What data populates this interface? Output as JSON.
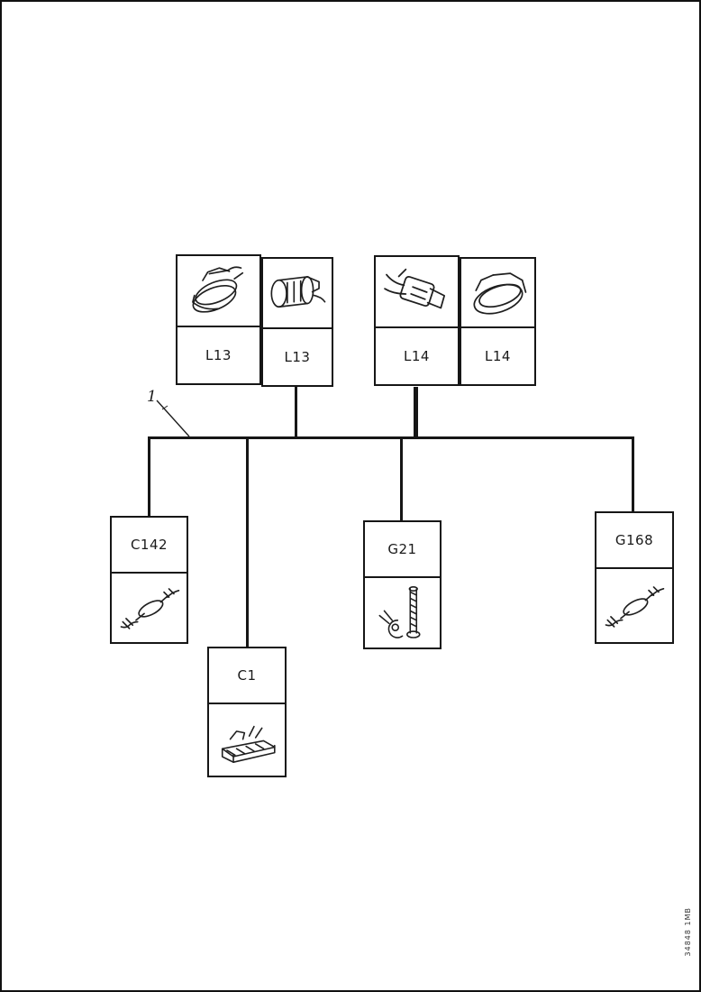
{
  "page": {
    "doc_number": "34848 1MB"
  },
  "callout": {
    "label": "1",
    "points_to": "harness-bus-line"
  },
  "diagram": {
    "type": "wiring-harness-connector-location",
    "line_color": "#161616"
  },
  "top_nodes": [
    {
      "id": "L13-a",
      "label": "L13",
      "icon": "bulb-socket-connector-icon"
    },
    {
      "id": "L13-b",
      "label": "L13",
      "icon": "bulb-holder-icon"
    },
    {
      "id": "L14-a",
      "label": "L14",
      "icon": "connector-with-wires-icon"
    },
    {
      "id": "L14-b",
      "label": "L14",
      "icon": "lamp-housing-icon"
    }
  ],
  "bottom_nodes": [
    {
      "id": "C142",
      "label": "C142",
      "icon": "inline-connector-icon"
    },
    {
      "id": "C1",
      "label": "C1",
      "icon": "multi-pin-connector-icon"
    },
    {
      "id": "G21",
      "label": "G21",
      "icon": "ground-stud-icon"
    },
    {
      "id": "G168",
      "label": "G168",
      "icon": "inline-connector-icon"
    }
  ]
}
